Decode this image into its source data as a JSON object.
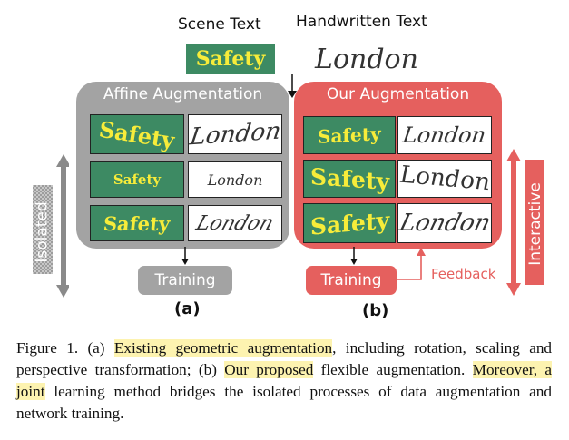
{
  "header": {
    "scene_text_label": "Scene Text",
    "handwritten_text_label": "Handwritten Text",
    "scene_sample": "Safety",
    "handwritten_sample": "London"
  },
  "panel_a": {
    "title": "Affine Augmentation",
    "rows": [
      {
        "scene": "Safety",
        "handwritten": "London"
      },
      {
        "scene": "Safety",
        "handwritten": "London"
      },
      {
        "scene": "Safety",
        "handwritten": "London"
      }
    ],
    "training_label": "Training",
    "sub_label": "(a)",
    "side_label": "Isolated"
  },
  "panel_b": {
    "title": "Our Augmentation",
    "rows": [
      {
        "scene": "Safety",
        "handwritten": "London"
      },
      {
        "scene": "Safety",
        "handwritten": "London"
      },
      {
        "scene": "Safety",
        "handwritten": "London"
      }
    ],
    "training_label": "Training",
    "feedback_label": "Feedback",
    "sub_label": "(b)",
    "side_label": "Interactive"
  },
  "caption": {
    "p1": "Figure 1. (a) ",
    "h1": "Existing geometric augmentation",
    "p2": ", including rotation, scaling and perspective transformation; (b) ",
    "h2": "Our proposed",
    "p3": " flexible augmentation. ",
    "h3": "Moreover, a joint",
    "p4": " learning method bridges the isolated processes of data augmentation and network training."
  },
  "colors": {
    "panel_a": "#a3a3a3",
    "panel_b": "#e5605e",
    "scene_bg": "#3d8a63",
    "scene_text": "#f7ec3a",
    "highlight": "#fdf3b0"
  }
}
